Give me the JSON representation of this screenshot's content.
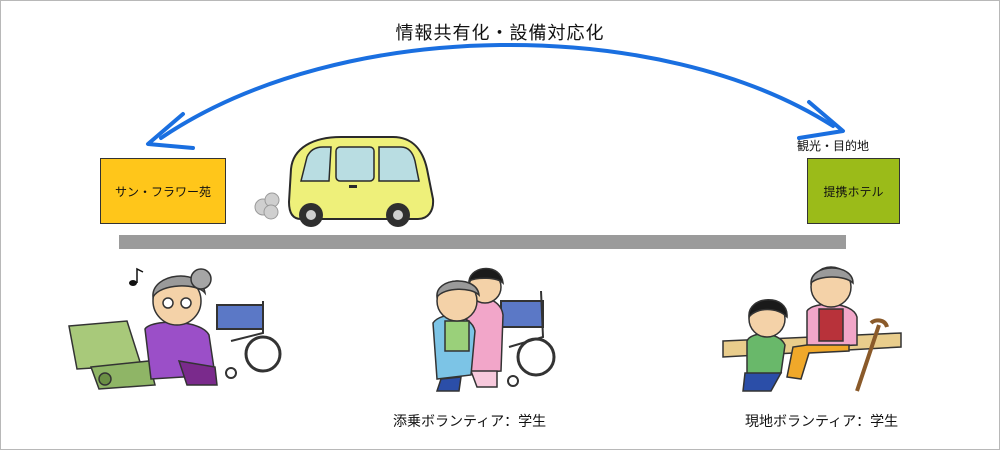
{
  "title": "情報共有化・設備対応化",
  "left_box": {
    "label": "サン・フラワー苑",
    "color": "#ffc61a"
  },
  "right_box": {
    "label": "提携ホテル",
    "color": "#9bbb19"
  },
  "right_box_caption": "観光・目的地",
  "captions": {
    "middle": "添乗ボランティア：学生",
    "right": "現地ボランティア：学生"
  },
  "arrow_color": "#1a6fe0",
  "road_color": "#9b9b9b",
  "icons": {
    "arrow": "curved-double-arrow-icon",
    "vehicle": "van-icon",
    "exhaust": "exhaust-cloud-icon",
    "scene_left": "elderly-woman-with-wheelchair-and-music-note",
    "scene_middle": "volunteer-helping-elderly-woman-to-wheelchair",
    "scene_right": "volunteer-kneeling-by-seated-elderly-man-with-cane"
  }
}
